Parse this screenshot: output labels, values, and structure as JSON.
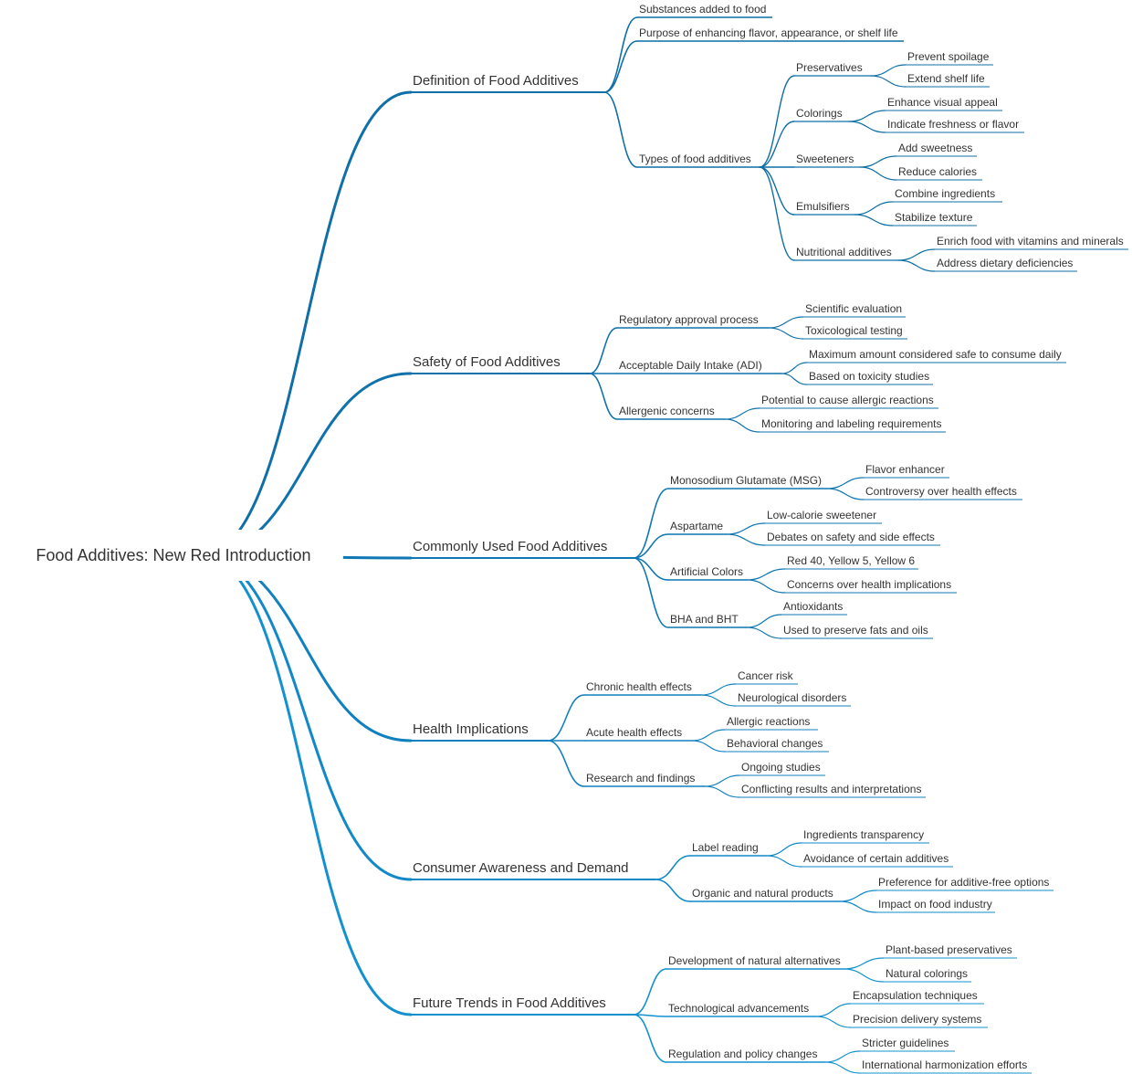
{
  "colors": {
    "background": "#ffffff",
    "text": "#333333",
    "root_fill": "#ffffff",
    "branches": [
      "#0f6fa6",
      "#0f72ab",
      "#0f77b3",
      "#1080bf",
      "#1188c7",
      "#1391cf"
    ]
  },
  "root": {
    "label": "Food Additives: New Red Introduction"
  },
  "branches": [
    {
      "label": "Definition of Food Additives",
      "children": [
        {
          "label": "Substances added to food",
          "children": []
        },
        {
          "label": "Purpose of enhancing flavor, appearance, or shelf life",
          "children": []
        },
        {
          "label": "Types of food additives",
          "children": [
            {
              "label": "Preservatives",
              "children": [
                "Prevent spoilage",
                "Extend shelf life"
              ]
            },
            {
              "label": "Colorings",
              "children": [
                "Enhance visual appeal",
                "Indicate freshness or flavor"
              ]
            },
            {
              "label": "Sweeteners",
              "children": [
                "Add sweetness",
                "Reduce calories"
              ]
            },
            {
              "label": "Emulsifiers",
              "children": [
                "Combine ingredients",
                "Stabilize texture"
              ]
            },
            {
              "label": "Nutritional additives",
              "children": [
                "Enrich food with vitamins and minerals",
                "Address dietary deficiencies"
              ]
            }
          ]
        }
      ]
    },
    {
      "label": "Safety of Food Additives",
      "children": [
        {
          "label": "Regulatory approval process",
          "children": [
            "Scientific evaluation",
            "Toxicological testing"
          ]
        },
        {
          "label": "Acceptable Daily Intake (ADI)",
          "children": [
            "Maximum amount considered safe to consume daily",
            "Based on toxicity studies"
          ]
        },
        {
          "label": "Allergenic concerns",
          "children": [
            "Potential to cause allergic reactions",
            "Monitoring and labeling requirements"
          ]
        }
      ]
    },
    {
      "label": "Commonly Used Food Additives",
      "children": [
        {
          "label": "Monosodium Glutamate (MSG)",
          "children": [
            "Flavor enhancer",
            "Controversy over health effects"
          ]
        },
        {
          "label": "Aspartame",
          "children": [
            "Low-calorie sweetener",
            "Debates on safety and side effects"
          ]
        },
        {
          "label": "Artificial Colors",
          "children": [
            "Red 40, Yellow 5, Yellow 6",
            "Concerns over health implications"
          ]
        },
        {
          "label": "BHA and BHT",
          "children": [
            "Antioxidants",
            "Used to preserve fats and oils"
          ]
        }
      ]
    },
    {
      "label": "Health Implications",
      "children": [
        {
          "label": "Chronic health effects",
          "children": [
            "Cancer risk",
            "Neurological disorders"
          ]
        },
        {
          "label": "Acute health effects",
          "children": [
            "Allergic reactions",
            "Behavioral changes"
          ]
        },
        {
          "label": "Research and findings",
          "children": [
            "Ongoing studies",
            "Conflicting results and interpretations"
          ]
        }
      ]
    },
    {
      "label": "Consumer Awareness and Demand",
      "children": [
        {
          "label": "Label reading",
          "children": [
            "Ingredients transparency",
            "Avoidance of certain additives"
          ]
        },
        {
          "label": "Organic and natural products",
          "children": [
            "Preference for additive-free options",
            "Impact on food industry"
          ]
        }
      ]
    },
    {
      "label": "Future Trends in Food Additives",
      "children": [
        {
          "label": "Development of natural alternatives",
          "children": [
            "Plant-based preservatives",
            "Natural colorings"
          ]
        },
        {
          "label": "Technological advancements",
          "children": [
            "Encapsulation techniques",
            "Precision delivery systems"
          ]
        },
        {
          "label": "Regulation and policy changes",
          "children": [
            "Stricter guidelines",
            "International harmonization efforts"
          ]
        }
      ]
    }
  ]
}
